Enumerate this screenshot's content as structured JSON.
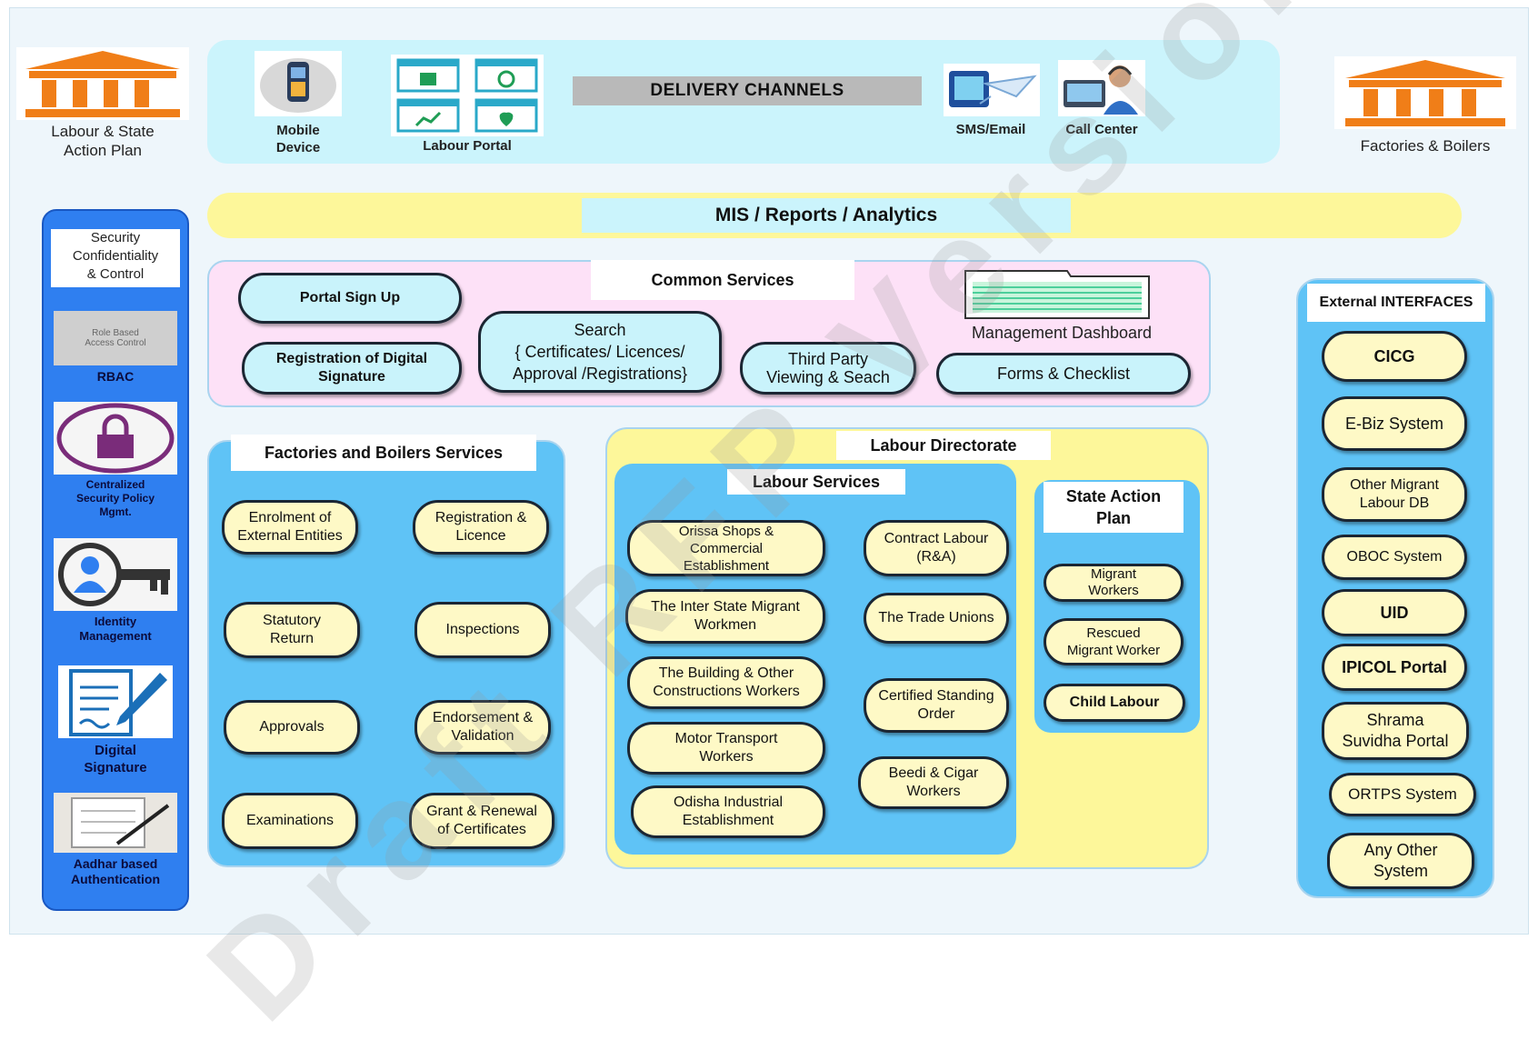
{
  "corner_left": {
    "label": "Labour & State\nAction Plan",
    "icon": "government-building-icon"
  },
  "corner_right": {
    "label": "Factories & Boilers",
    "icon": "government-building-icon"
  },
  "delivery": {
    "title": "DELIVERY CHANNELS",
    "mobile": "Mobile\nDevice",
    "portal": "Labour Portal",
    "sms": "SMS/Email",
    "callcenter": "Call Center"
  },
  "mis": {
    "title": "MIS / Reports / Analytics"
  },
  "security": {
    "title": "Security\nConfidentiality\n& Control",
    "items": [
      {
        "label": "RBAC",
        "icon": "rbac-icon",
        "icon_text": "Role Based\nAccess Control"
      },
      {
        "label": "Centralized\nSecurity Policy\nMgmt.",
        "icon": "padlock-icon"
      },
      {
        "label": "Identity\nManagement",
        "icon": "identity-key-icon"
      },
      {
        "label": "Digital\nSignature",
        "icon": "document-pen-icon"
      },
      {
        "label": "Aadhar based\nAuthentication",
        "icon": "notebook-pen-icon"
      }
    ]
  },
  "common": {
    "title": "Common Services",
    "signup": "Portal Sign Up",
    "digital_sig": "Registration of Digital\nSignature",
    "search": "Search\n{ Certificates/ Licences/\nApproval /Registrations}",
    "third_party": "Third Party\nViewing & Seach",
    "dashboard": "Management Dashboard",
    "forms": "Forms & Checklist"
  },
  "factories": {
    "title": "Factories and Boilers Services",
    "items": [
      "Enrolment of\nExternal Entities",
      "Registration &\nLicence",
      "Statutory\nReturn",
      "Inspections",
      "Approvals",
      "Endorsement &\nValidation",
      "Examinations",
      "Grant & Renewal\nof Certificates"
    ]
  },
  "labour_dir": {
    "title": "Labour Directorate",
    "services_title": "Labour Services",
    "left": [
      "Orissa Shops &\nCommercial\nEstablishment",
      "The Inter State Migrant\nWorkmen",
      "The Building & Other\nConstructions Workers",
      "Motor Transport\nWorkers",
      "Odisha Industrial\nEstablishment"
    ],
    "right": [
      "Contract Labour\n(R&A)",
      "The Trade Unions",
      "Certified Standing\nOrder",
      "Beedi & Cigar\nWorkers"
    ],
    "sap_title": "State Action\nPlan",
    "sap": [
      "Migrant\nWorkers",
      "Rescued\nMigrant Worker",
      "Child Labour"
    ]
  },
  "external": {
    "title": "External INTERFACES",
    "items": [
      "CICG",
      "E-Biz System",
      "Other Migrant\nLabour DB",
      "OBOC System",
      "UID",
      "IPICOL Portal",
      "Shrama\nSuvidha Portal",
      "ORTPS System",
      "Any Other\nSystem"
    ]
  },
  "watermark": "Draft RFP Version",
  "colors": {
    "panel_blue": "#5fc3f6",
    "light_cyan": "#cbf4fc",
    "pink": "#fde1f7",
    "yellow": "#fdf79a",
    "pill_yellow": "#fef9c6",
    "sidebar_blue": "#2f7ff0",
    "building_orange": "#f07e18",
    "grey_bar": "#b9b9b9"
  }
}
